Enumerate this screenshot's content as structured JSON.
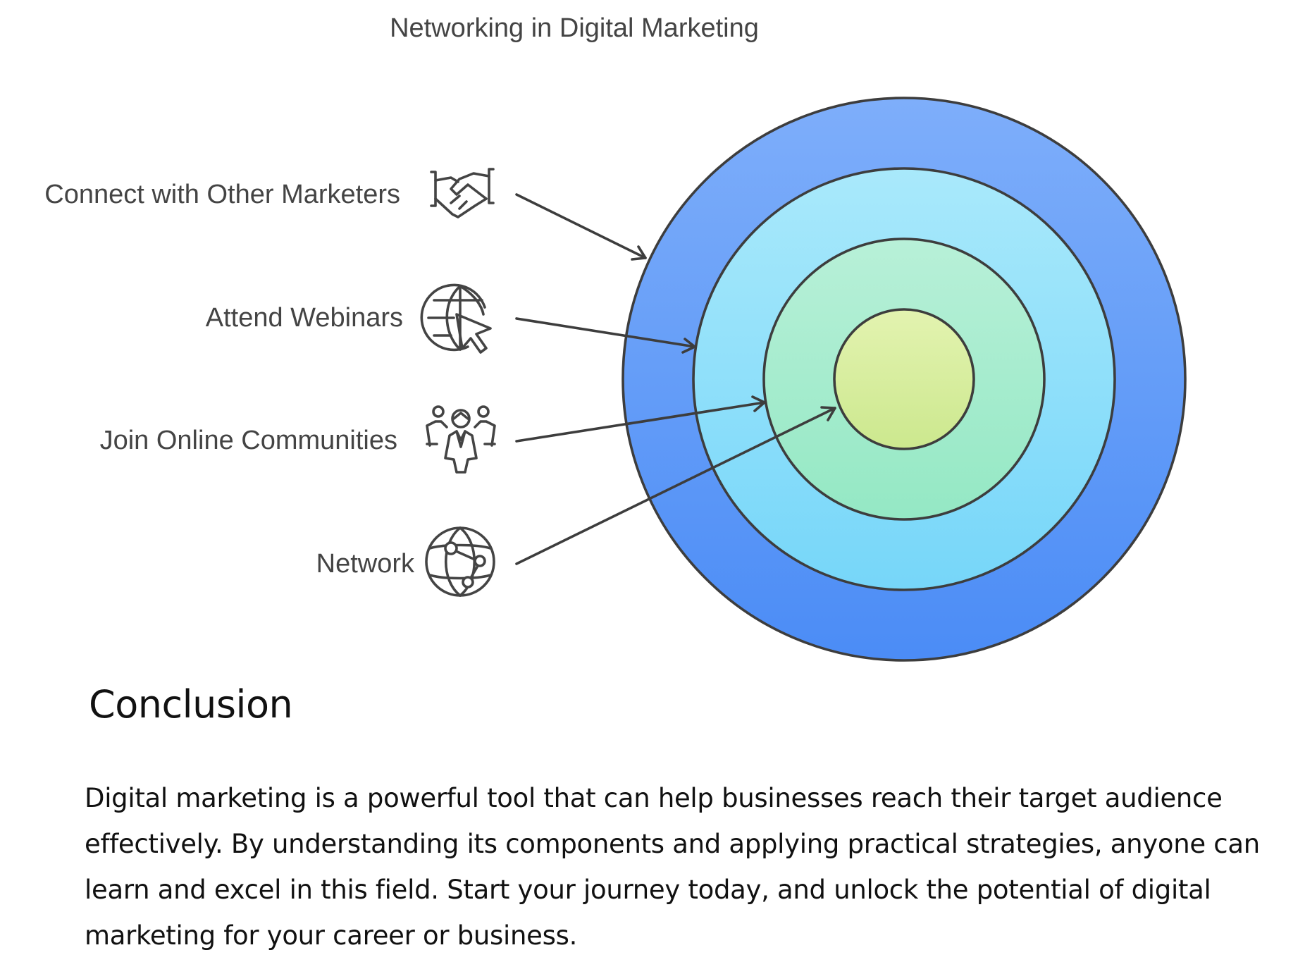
{
  "diagram": {
    "title": "Networking in Digital Marketing",
    "items": [
      {
        "label": "Connect with Other Marketers",
        "icon": "handshake-icon"
      },
      {
        "label": "Attend Webinars",
        "icon": "globe-cursor-icon"
      },
      {
        "label": "Join Online Communities",
        "icon": "community-people-icon"
      },
      {
        "label": "Network",
        "icon": "network-globe-icon"
      }
    ],
    "colors": {
      "ring_outer": "#5592f5",
      "ring_second": "#87dcf8",
      "ring_third": "#a6ebcd",
      "core": "#d6ec9f",
      "outline": "#3d3d3d",
      "text": "#444444"
    }
  },
  "conclusion": {
    "heading": "Conclusion",
    "body": "Digital marketing is a powerful tool that can help businesses reach their target audience effectively. By understanding its components and applying practical strategies, anyone can learn and excel in this field. Start your journey today, and unlock the potential of digital marketing for your career or business."
  }
}
